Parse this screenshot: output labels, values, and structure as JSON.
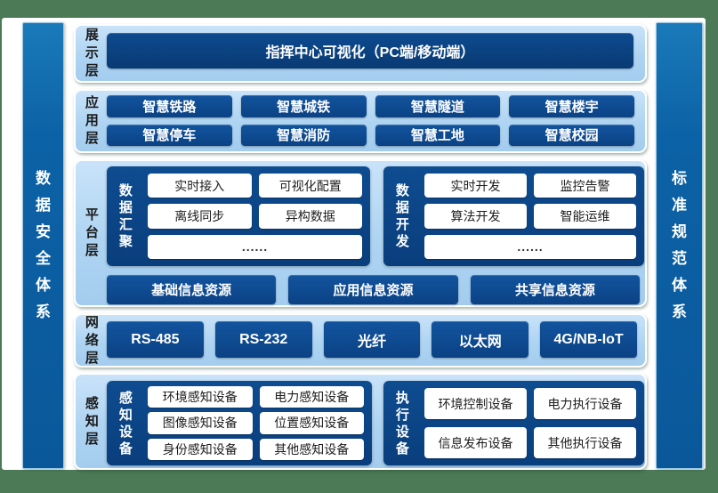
{
  "colors": {
    "background_green": "#4c7a56",
    "panel_white": "#ffffff",
    "band_light_blue": "#aed4f2",
    "pillar_blue": "#0c62a6",
    "box_navy": "#0c4486",
    "white_chip": "#ffffff"
  },
  "pillars": {
    "left": "数据安全体系",
    "right": "标准规范体系"
  },
  "layers": [
    {
      "label": "展示层",
      "banner": "指挥中心可视化（PC端/移动端）"
    },
    {
      "label": "应用层",
      "items": [
        "智慧铁路",
        "智慧城铁",
        "智慧隧道",
        "智慧楼宇",
        "智慧停车",
        "智慧消防",
        "智慧工地",
        "智慧校园"
      ]
    },
    {
      "label": "平台层",
      "groups": [
        {
          "title": "数据汇聚",
          "items": [
            "实时接入",
            "可视化配置",
            "离线同步",
            "异构数据"
          ],
          "more": "......"
        },
        {
          "title": "数据开发",
          "items": [
            "实时开发",
            "监控告警",
            "算法开发",
            "智能运维"
          ],
          "more": "......"
        }
      ],
      "resources": [
        "基础信息资源",
        "应用信息资源",
        "共享信息资源"
      ]
    },
    {
      "label": "网络层",
      "items": [
        "RS-485",
        "RS-232",
        "光纤",
        "以太网",
        "4G/NB-IoT"
      ]
    },
    {
      "label": "感知层",
      "groups": [
        {
          "title": "感知设备",
          "items": [
            "环境感知设备",
            "电力感知设备",
            "图像感知设备",
            "位置感知设备",
            "身份感知设备",
            "其他感知设备"
          ]
        },
        {
          "title": "执行设备",
          "items": [
            "环境控制设备",
            "电力执行设备",
            "信息发布设备",
            "其他执行设备"
          ]
        }
      ]
    }
  ]
}
